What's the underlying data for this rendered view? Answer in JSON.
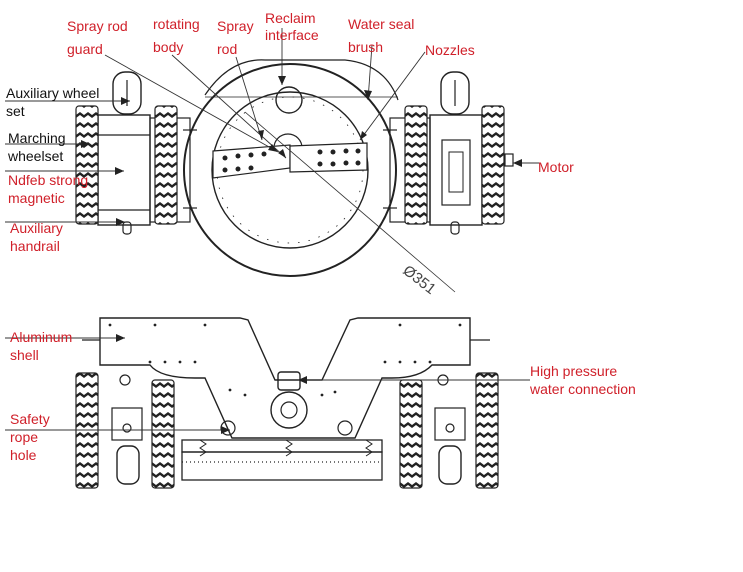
{
  "colors": {
    "label_red": "#d0202a",
    "label_black": "#111111",
    "line": "#222222",
    "leader": "#333333"
  },
  "labels": {
    "spray_rod_guard": [
      "Spray rod",
      "guard"
    ],
    "rotating_body": [
      "rotating",
      "body"
    ],
    "spray_rod": [
      "Spray",
      "rod"
    ],
    "reclaim_interface": [
      "Reclaim",
      "interface"
    ],
    "water_seal_brush": [
      "Water seal",
      "brush"
    ],
    "nozzles": "Nozzles",
    "auxiliary_wheel_set": [
      "Auxiliary wheel",
      "set"
    ],
    "marching_wheelset": [
      "Marching",
      "wheelset"
    ],
    "ndfeb_magnetic": [
      "Ndfeb strong",
      "magnetic"
    ],
    "auxiliary_handrail": [
      "Auxiliary",
      "handrail"
    ],
    "motor": "Motor",
    "aluminum_shell": [
      "Aluminum",
      "shell"
    ],
    "high_pressure": [
      "High pressure",
      "water connection"
    ],
    "safety_rope_hole": [
      "Safety",
      "rope",
      "hole"
    ],
    "dimension": "Ø351"
  }
}
